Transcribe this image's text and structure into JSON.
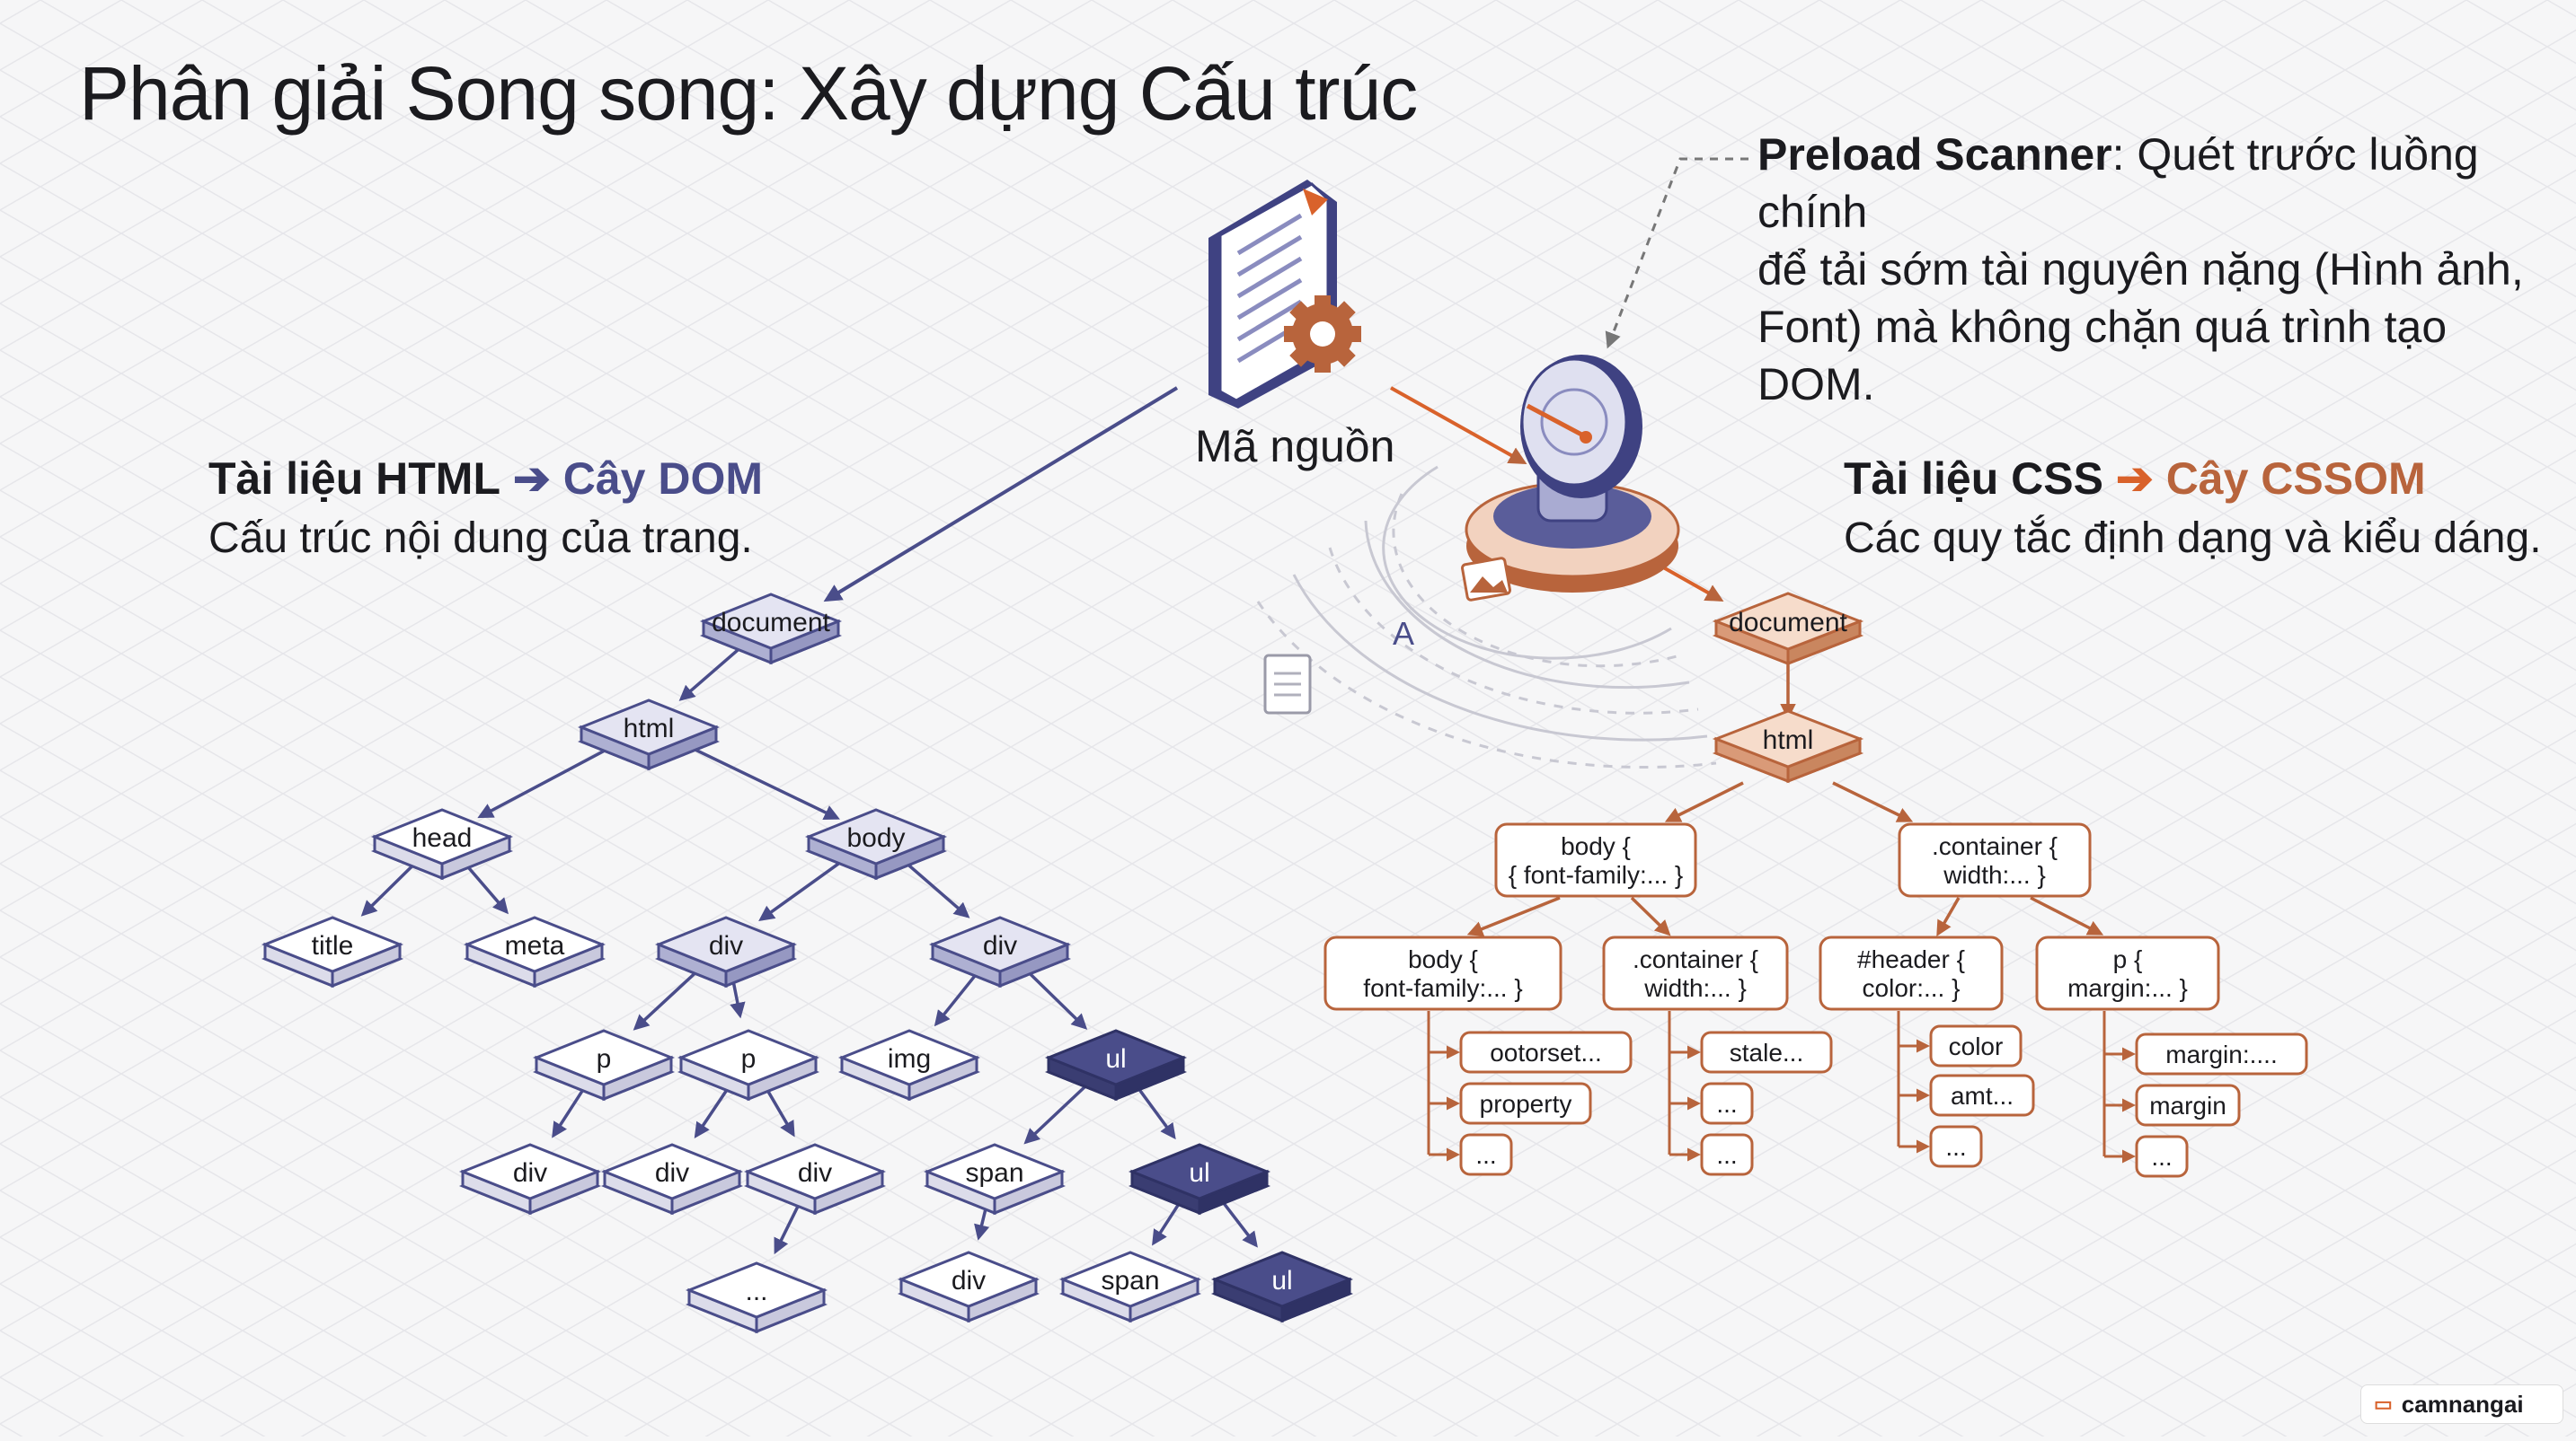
{
  "title": "Phân giải Song song: Xây dựng Cấu trúc",
  "source": {
    "label": "Mã nguồn"
  },
  "preload": {
    "term": "Preload Scanner",
    "description": ": Quét trước luồng chính",
    "line2": "để tải sớm tài nguyên nặng (Hình ảnh,",
    "line3": "Font) mà không chặn quá trình tạo DOM."
  },
  "html_panel": {
    "doc": "Tài liệu HTML",
    "target": "Cây DOM",
    "subtitle": "Cấu trúc nội dung của trang."
  },
  "css_panel": {
    "doc": "Tài liệu CSS",
    "target": "Cây CSSOM",
    "subtitle": "Các quy tắc định dạng và kiểu dáng."
  },
  "colors": {
    "dom": "#4a4d8a",
    "cssom": "#b8643c",
    "arrow": "#d9622b"
  },
  "dom_nodes": {
    "document": "document",
    "html": "html",
    "head": "head",
    "body": "body",
    "title": "title",
    "meta": "meta",
    "div1": "div",
    "div2": "div",
    "p1": "p",
    "p2": "p",
    "img": "img",
    "ul1": "ul",
    "div3": "div",
    "div4": "div",
    "div5": "div",
    "span1": "span",
    "ul2": "ul",
    "ellipsis": "...",
    "div6": "div",
    "span2": "span",
    "ul3": "ul"
  },
  "cssom_nodes": {
    "document": "document",
    "html": "html",
    "body_top": [
      "body {",
      "{ font-family:... }"
    ],
    "container_top": [
      ".container {",
      "width:... }"
    ],
    "body_mid": [
      "body {",
      "font-family:... }"
    ],
    "container_mid": [
      ".container {",
      "width:... }"
    ],
    "header_mid": [
      "#header {",
      "color:... }"
    ],
    "p_mid": [
      "p {",
      "margin:... }"
    ],
    "leaves": {
      "g1": [
        "ootorset...",
        "property",
        "..."
      ],
      "g2": [
        "stale...",
        "...",
        "..."
      ],
      "g3": [
        "color",
        "amt...",
        "..."
      ],
      "g4": [
        "margin:....",
        "margin",
        "..."
      ]
    }
  },
  "watermark": "camnangai"
}
